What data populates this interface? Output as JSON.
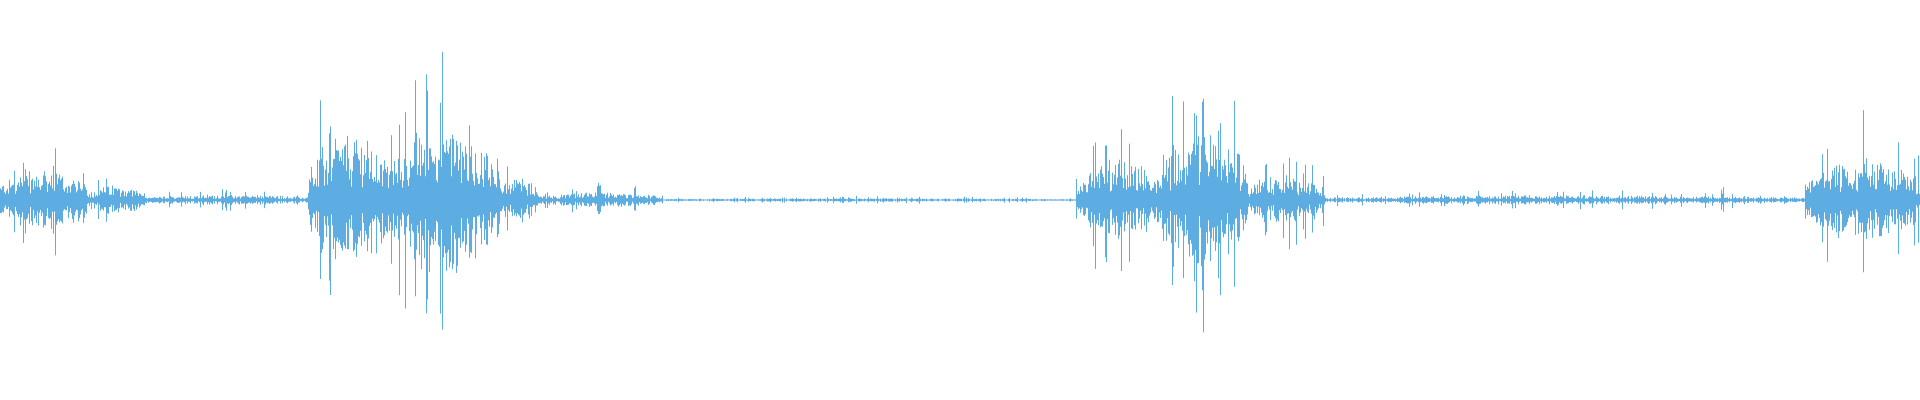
{
  "waveform": {
    "color": "#5dade2",
    "background": "#ffffff",
    "amplitude_scale": [
      -1,
      1
    ],
    "segments": [
      {
        "start": 0.0,
        "end": 0.045,
        "level": 0.16
      },
      {
        "start": 0.045,
        "end": 0.075,
        "level": 0.08
      },
      {
        "start": 0.075,
        "end": 0.16,
        "level": 0.03
      },
      {
        "start": 0.16,
        "end": 0.205,
        "level": 0.35
      },
      {
        "start": 0.205,
        "end": 0.26,
        "level": 0.42
      },
      {
        "start": 0.26,
        "end": 0.28,
        "level": 0.12
      },
      {
        "start": 0.28,
        "end": 0.345,
        "level": 0.04
      },
      {
        "start": 0.345,
        "end": 0.56,
        "level": 0.01
      },
      {
        "start": 0.56,
        "end": 0.605,
        "level": 0.22
      },
      {
        "start": 0.605,
        "end": 0.65,
        "level": 0.36
      },
      {
        "start": 0.65,
        "end": 0.69,
        "level": 0.14
      },
      {
        "start": 0.69,
        "end": 0.94,
        "level": 0.025
      },
      {
        "start": 0.94,
        "end": 1.0,
        "level": 0.22
      }
    ],
    "spikes": [
      {
        "position": 0.312,
        "level": 0.1
      },
      {
        "position": 0.897,
        "level": 0.11
      }
    ]
  }
}
